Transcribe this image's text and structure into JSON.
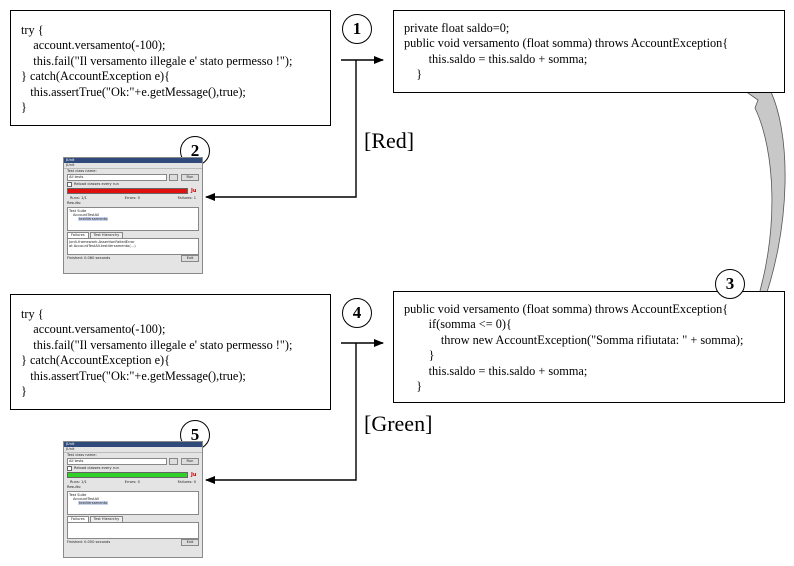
{
  "steps": [
    "1",
    "2",
    "3",
    "4",
    "5"
  ],
  "phases": {
    "red": "[Red]",
    "green": "[Green]"
  },
  "test_code_lines": [
    "try {",
    "    account.versamento(-100);",
    "    this.fail(\"Il versamento illegale e' stato permesso !\");",
    "} catch(AccountException e){",
    "   this.assertTrue(\"Ok:\"+e.getMessage(),true);",
    "}"
  ],
  "impl_initial_lines": [
    "private float saldo=0;",
    "public void versamento (float somma) throws AccountException{",
    "        this.saldo = this.saldo + somma;",
    "    }"
  ],
  "impl_fixed_lines": [
    "public void versamento (float somma) throws AccountException{",
    "        if(somma <= 0){",
    "            throw new AccountException(\"Somma rifiutata: \" + somma);",
    "        }",
    "        this.saldo = this.saldo + somma;",
    "    }"
  ],
  "colors": {
    "red_bar": "#e01010",
    "green_bar": "#31d028",
    "arrow_fill": "#c8c8c8"
  },
  "junit": {
    "title": "JUnit",
    "menu": "JUnit",
    "test_class_label": "Test class name:",
    "test_class_value": "All tests",
    "run_button": "Run",
    "reload_label": "Reload classes every run",
    "runs_label": "Runs:",
    "runs_value": "1/1",
    "errors_label": "Errors:",
    "errors_value": "0",
    "failures_label": "Failures:",
    "failures_value": "1",
    "results_label": "Results:",
    "tree_root": "Test Suite",
    "tree_child": "AccountTestAll",
    "tree_leaf": "testVersamento",
    "failures_tab": "Failures",
    "hierarchy_tab": "Test Hierarchy",
    "trace_red": [
      "junit.framework.AssertionFailedError",
      "at AccountTestAll.testVersamento(...)"
    ],
    "finished_red": "Finished: 0.060 seconds",
    "failures_value_green": "0",
    "finished_green": "Finished: 0.050 seconds",
    "exit_button": "Exit"
  }
}
